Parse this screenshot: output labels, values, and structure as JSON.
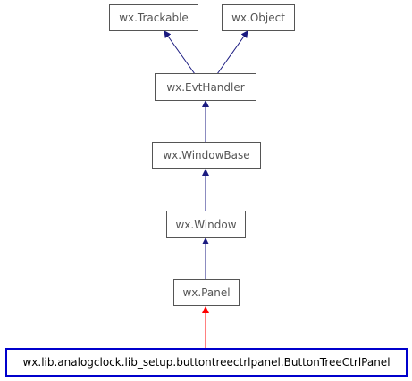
{
  "diagram": {
    "nodes": {
      "trackable": "wx.Trackable",
      "object": "wx.Object",
      "evthandler": "wx.EvtHandler",
      "windowbase": "wx.WindowBase",
      "window": "wx.Window",
      "panel": "wx.Panel",
      "buttontreectrlpanel": "wx.lib.analogclock.lib_setup.buttontreectrlpanel.ButtonTreeCtrlPanel"
    },
    "colors": {
      "edge": "#1a1a80",
      "highlight_edge": "#ff0000",
      "box_border": "#555555",
      "current_border": "#0000cc"
    }
  }
}
